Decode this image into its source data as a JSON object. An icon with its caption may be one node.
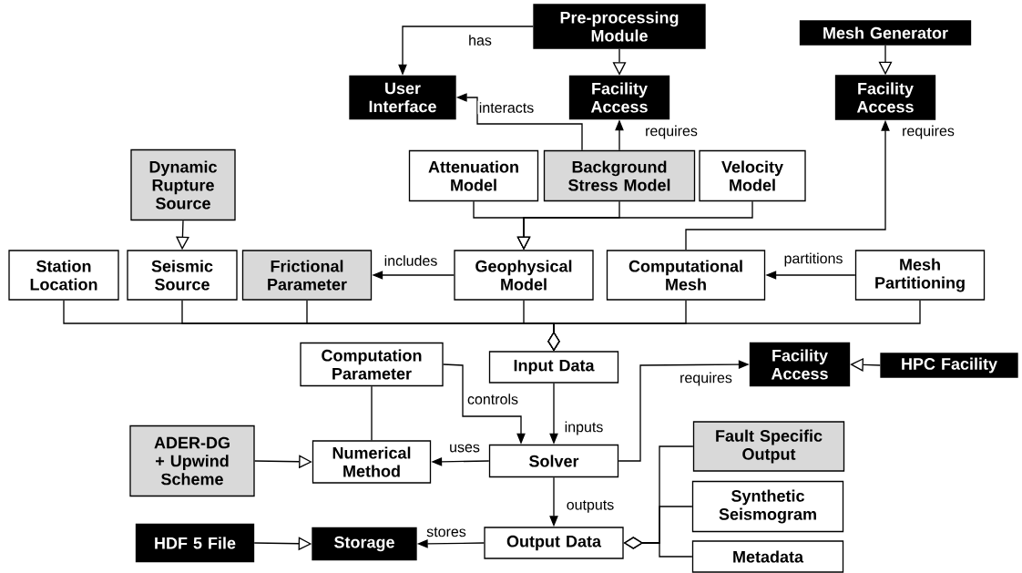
{
  "diagram": {
    "nodes": [
      {
        "text": [
          "Pre-processing Module"
        ]
      },
      {
        "text": [
          "User Interface"
        ]
      },
      {
        "text": [
          "Facility Access"
        ]
      },
      {
        "text": [
          "Mesh Generator"
        ]
      },
      {
        "text": [
          "Facility Access"
        ]
      },
      {
        "text": [
          "Dynamic Rupture Source"
        ]
      },
      {
        "text": [
          "Attenuation Model"
        ]
      },
      {
        "text": [
          "Background Stress Model"
        ]
      },
      {
        "text": [
          "Velocity Model"
        ]
      },
      {
        "text": [
          "Station Location"
        ]
      },
      {
        "text": [
          "Seismic Source"
        ]
      },
      {
        "text": [
          "Frictional Parameter"
        ]
      },
      {
        "text": [
          "Geophysical Model"
        ]
      },
      {
        "text": [
          "Computational Mesh"
        ]
      },
      {
        "text": [
          "Mesh Partitioning"
        ]
      },
      {
        "text": [
          "Computation Parameter"
        ]
      },
      {
        "text": [
          "Input Data"
        ]
      },
      {
        "text": [
          "Facility Access"
        ]
      },
      {
        "text": [
          "HPC Facility"
        ]
      },
      {
        "text": [
          "ADER-DG + Upwind Scheme"
        ]
      },
      {
        "text": [
          "Numerical Method"
        ]
      },
      {
        "text": [
          "Solver"
        ]
      },
      {
        "text": [
          "Fault Specific Output"
        ]
      },
      {
        "text": [
          "Synthetic Seismogram"
        ]
      },
      {
        "text": [
          "Metadata"
        ]
      },
      {
        "text": [
          "HDF 5 File"
        ]
      },
      {
        "text": [
          "Storage"
        ]
      },
      {
        "text": [
          "Output Data"
        ]
      }
    ],
    "edges": [
      {
        "from": 0,
        "to": 1,
        "arrow": "to",
        "label": "has"
      },
      {
        "from": 0,
        "to": 2,
        "arrow": "to"
      },
      {
        "from": 7,
        "to": 1,
        "arrow": "to",
        "label": "interacts"
      },
      {
        "from": 7,
        "to": 2,
        "arrow": "to",
        "label": "requires"
      },
      {
        "from": 3,
        "to": 4,
        "arrow": "to"
      },
      {
        "from": 13,
        "to": 4,
        "arrow": "to",
        "label": "requires"
      },
      {
        "from": 5,
        "to": 10,
        "arrow": "to"
      },
      {
        "from": 6,
        "to": 12,
        "arrow": "to"
      },
      {
        "from": 7,
        "to": 12,
        "arrow": "to"
      },
      {
        "from": 8,
        "to": 12,
        "arrow": "to"
      },
      {
        "from": 12,
        "to": 11,
        "arrow": "to",
        "label": "includes"
      },
      {
        "from": 14,
        "to": 13,
        "arrow": "to",
        "label": "partitions"
      },
      {
        "from": 9,
        "to": 16,
        "arrow": "other"
      },
      {
        "from": 10,
        "to": 16,
        "arrow": "other"
      },
      {
        "from": 11,
        "to": 16,
        "arrow": "other"
      },
      {
        "from": 12,
        "to": 16,
        "arrow": "other"
      },
      {
        "from": 13,
        "to": 16,
        "arrow": "other"
      },
      {
        "from": 14,
        "to": 16,
        "arrow": "other"
      },
      {
        "from": 15,
        "to": 21,
        "arrow": "to",
        "label": "controls"
      },
      {
        "from": 16,
        "to": 21,
        "arrow": "to",
        "label": "inputs"
      },
      {
        "from": 21,
        "to": 17,
        "arrow": "to",
        "label": "requires"
      },
      {
        "from": 18,
        "to": 17,
        "arrow": "to"
      },
      {
        "from": 15,
        "to": 20,
        "arrow": "none"
      },
      {
        "from": 19,
        "to": 20,
        "arrow": "to"
      },
      {
        "from": 21,
        "to": 20,
        "arrow": "to",
        "label": "uses"
      },
      {
        "from": 21,
        "to": 27,
        "arrow": "to",
        "label": "outputs"
      },
      {
        "from": 22,
        "to": 27,
        "arrow": "other"
      },
      {
        "from": 23,
        "to": 27,
        "arrow": "other"
      },
      {
        "from": 24,
        "to": 27,
        "arrow": "other"
      },
      {
        "from": 27,
        "to": 26,
        "arrow": "to",
        "label": "stores"
      },
      {
        "from": 25,
        "to": 26,
        "arrow": "to"
      }
    ]
  }
}
